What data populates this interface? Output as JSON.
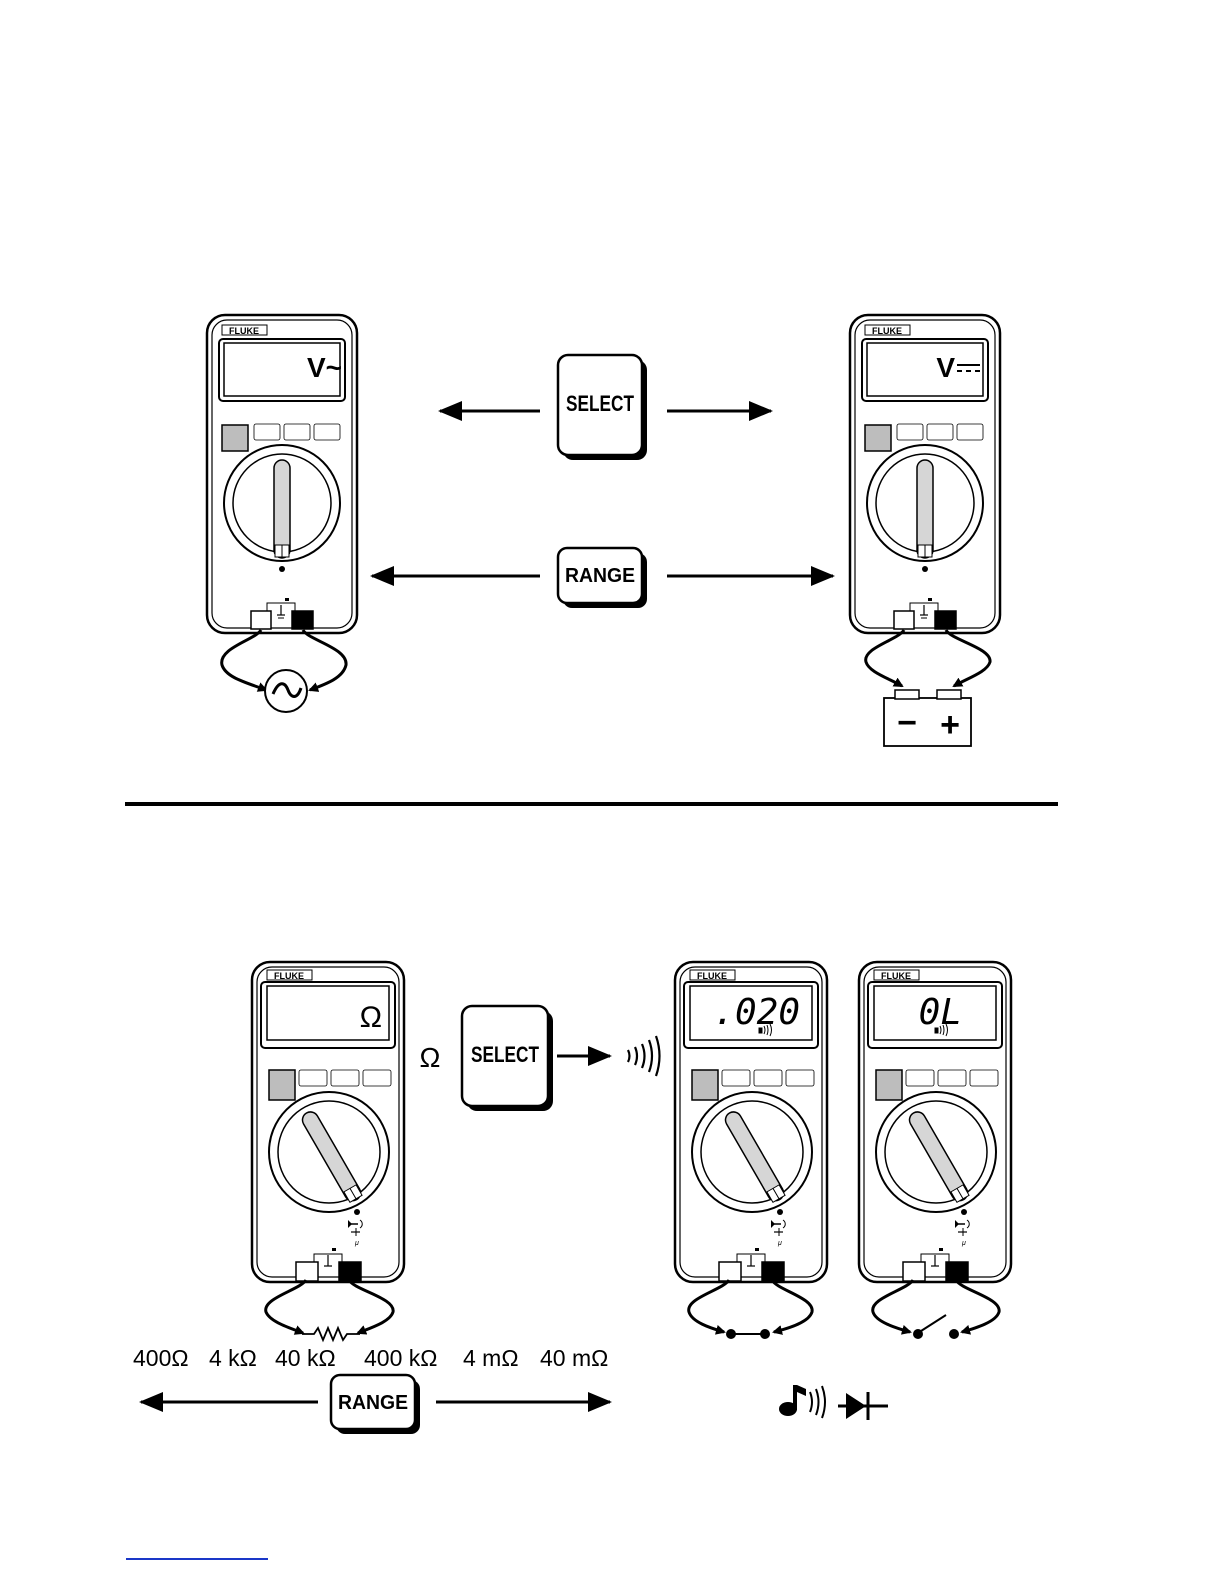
{
  "brand": "FLUKE",
  "colors": {
    "ink": "#000000",
    "gray_button": "#bdbdbd",
    "footer_rule": "#1a37c8"
  },
  "top_section": {
    "select_label": "SELECT",
    "range_label": "RANGE",
    "meter_left": {
      "display": "V~",
      "source_icon": "ac-source-icon"
    },
    "meter_right": {
      "display": "V",
      "dc_symbol": "dc-symbol-icon",
      "source_icon": "battery-icon",
      "battery_minus": "−",
      "battery_plus": "+"
    }
  },
  "bottom_section": {
    "ohm_label": "Ω",
    "select_label": "SELECT",
    "range_label": "RANGE",
    "meter_ohm": {
      "display": "Ω",
      "probe_target": "resistor-icon"
    },
    "meter_continuity_closed": {
      "display": ".020",
      "probe_target": "closed-circuit-icon"
    },
    "meter_continuity_open": {
      "display": "0L",
      "probe_target": "open-switch-icon"
    },
    "range_values": [
      "400Ω",
      "4 kΩ",
      "40 kΩ",
      "400 kΩ",
      "4 mΩ",
      "40 mΩ"
    ],
    "mode_icons": [
      "beeper-note-icon",
      "continuity-sound-icon",
      "diode-icon"
    ]
  }
}
